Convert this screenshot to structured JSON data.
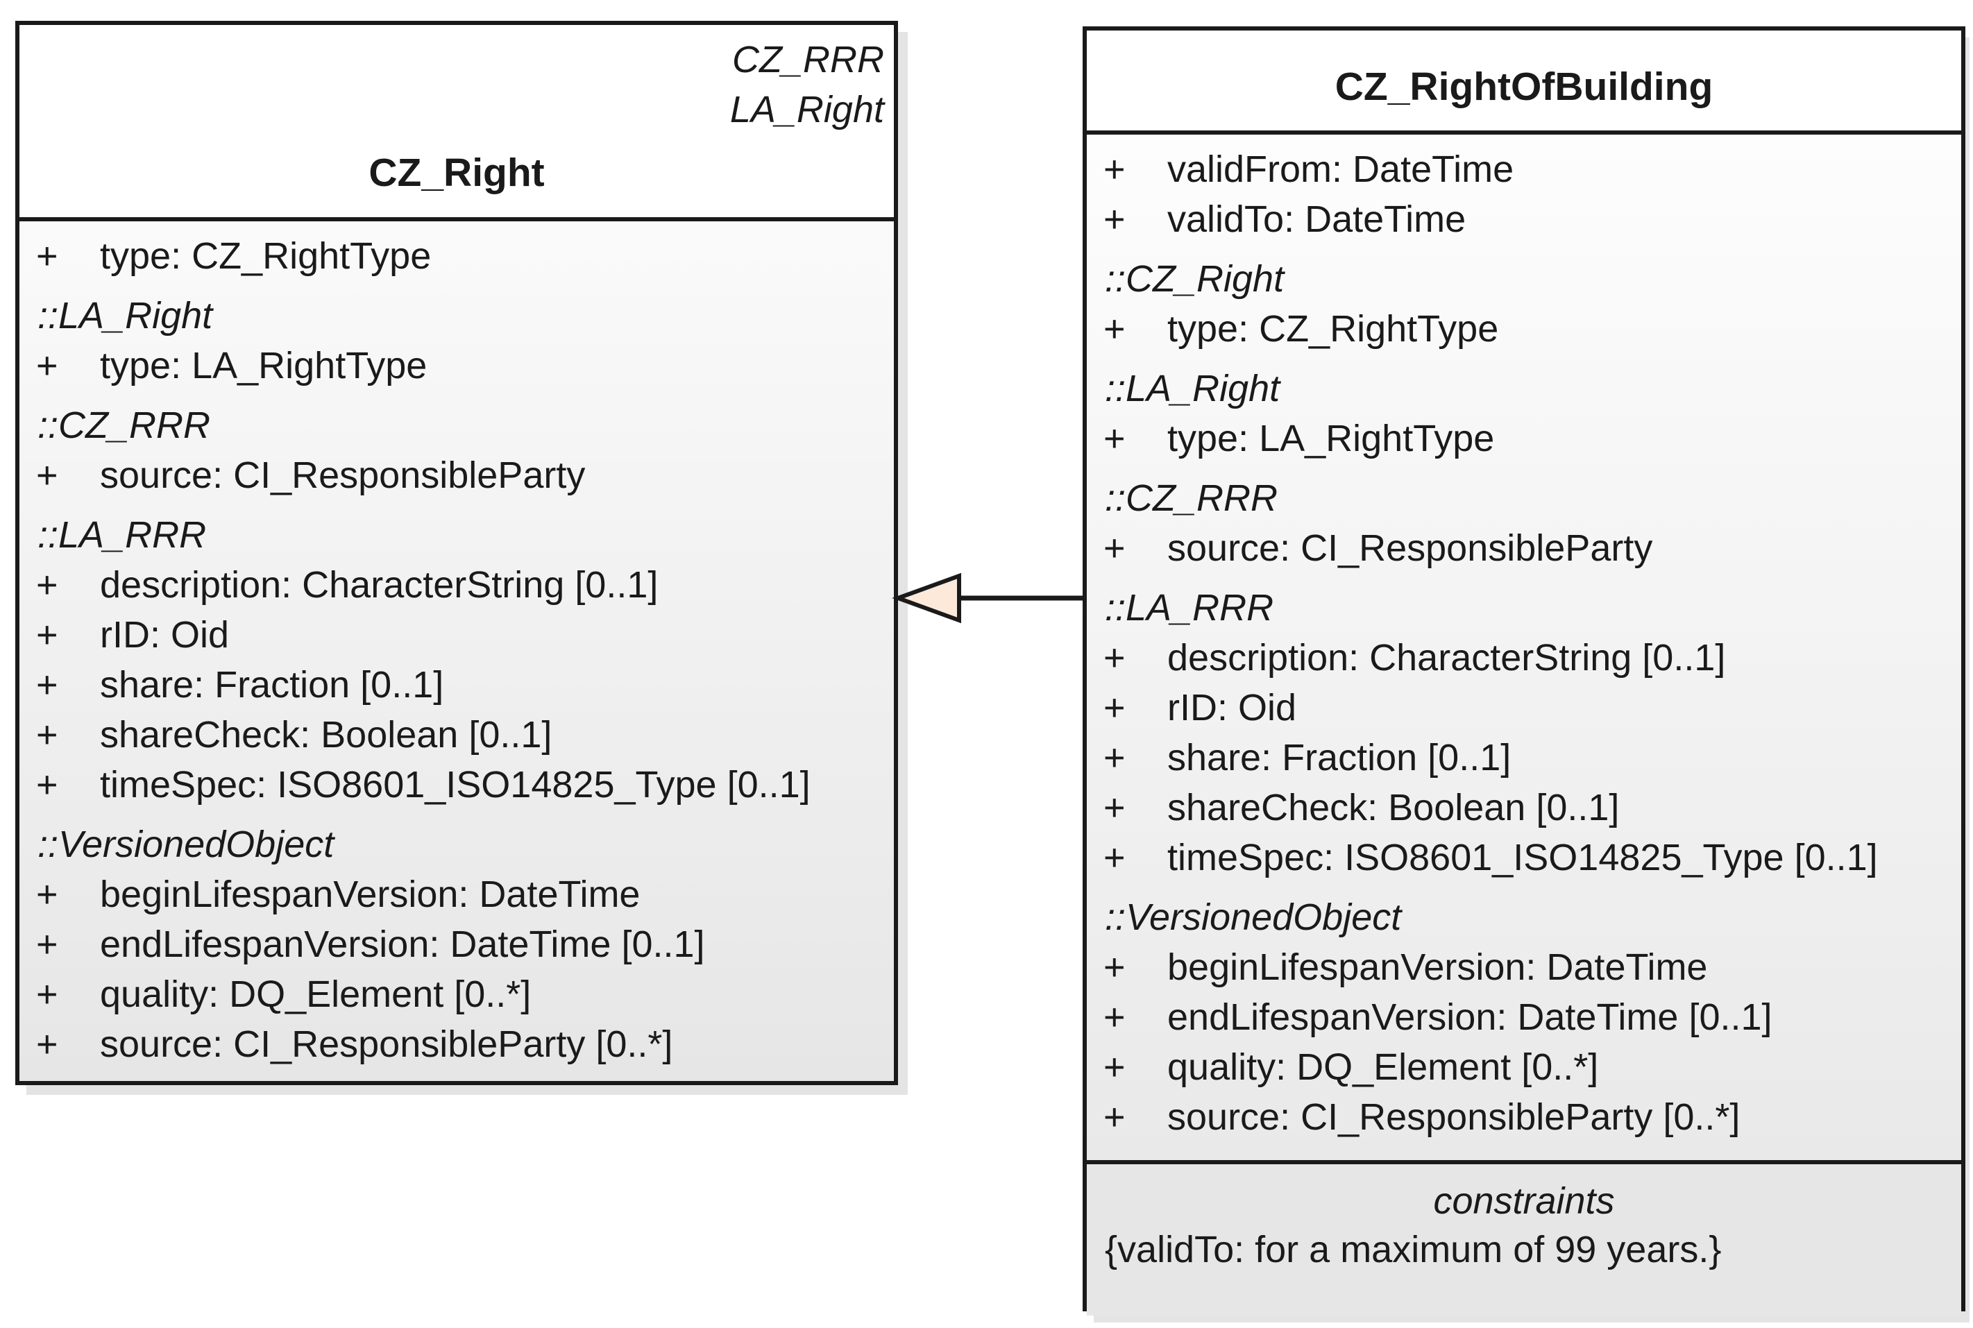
{
  "classes": {
    "cz_right": {
      "stereotypes": [
        "CZ_RRR",
        "LA_Right"
      ],
      "name": "CZ_Right",
      "groups": [
        {
          "heading": "",
          "attributes": [
            {
              "vis": "+",
              "text": "type: CZ_RightType"
            }
          ]
        },
        {
          "heading": "::LA_Right",
          "attributes": [
            {
              "vis": "+",
              "text": "type: LA_RightType"
            }
          ]
        },
        {
          "heading": "::CZ_RRR",
          "attributes": [
            {
              "vis": "+",
              "text": "source: CI_ResponsibleParty"
            }
          ]
        },
        {
          "heading": "::LA_RRR",
          "attributes": [
            {
              "vis": "+",
              "text": "description: CharacterString [0..1]"
            },
            {
              "vis": "+",
              "text": "rID: Oid"
            },
            {
              "vis": "+",
              "text": "share: Fraction [0..1]"
            },
            {
              "vis": "+",
              "text": "shareCheck: Boolean [0..1]"
            },
            {
              "vis": "+",
              "text": "timeSpec: ISO8601_ISO14825_Type [0..1]"
            }
          ]
        },
        {
          "heading": "::VersionedObject",
          "attributes": [
            {
              "vis": "+",
              "text": "beginLifespanVersion: DateTime"
            },
            {
              "vis": "+",
              "text": "endLifespanVersion: DateTime [0..1]"
            },
            {
              "vis": "+",
              "text": "quality: DQ_Element [0..*]"
            },
            {
              "vis": "+",
              "text": "source: CI_ResponsibleParty [0..*]"
            }
          ]
        }
      ]
    },
    "cz_right_of_building": {
      "name": "CZ_RightOfBuilding",
      "groups": [
        {
          "heading": "",
          "attributes": [
            {
              "vis": "+",
              "text": "validFrom: DateTime"
            },
            {
              "vis": "+",
              "text": "validTo: DateTime"
            }
          ]
        },
        {
          "heading": "::CZ_Right",
          "attributes": [
            {
              "vis": "+",
              "text": "type: CZ_RightType"
            }
          ]
        },
        {
          "heading": "::LA_Right",
          "attributes": [
            {
              "vis": "+",
              "text": "type: LA_RightType"
            }
          ]
        },
        {
          "heading": "::CZ_RRR",
          "attributes": [
            {
              "vis": "+",
              "text": "source: CI_ResponsibleParty"
            }
          ]
        },
        {
          "heading": "::LA_RRR",
          "attributes": [
            {
              "vis": "+",
              "text": "description: CharacterString [0..1]"
            },
            {
              "vis": "+",
              "text": "rID: Oid"
            },
            {
              "vis": "+",
              "text": "share: Fraction [0..1]"
            },
            {
              "vis": "+",
              "text": "shareCheck: Boolean [0..1]"
            },
            {
              "vis": "+",
              "text": "timeSpec: ISO8601_ISO14825_Type [0..1]"
            }
          ]
        },
        {
          "heading": "::VersionedObject",
          "attributes": [
            {
              "vis": "+",
              "text": "beginLifespanVersion: DateTime"
            },
            {
              "vis": "+",
              "text": "endLifespanVersion: DateTime [0..1]"
            },
            {
              "vis": "+",
              "text": "quality: DQ_Element [0..*]"
            },
            {
              "vis": "+",
              "text": "source: CI_ResponsibleParty [0..*]"
            }
          ]
        }
      ],
      "constraints_heading": "constraints",
      "constraint_text": "{validTo: for a maximum of 99 years.}"
    }
  },
  "relation": {
    "type": "generalization",
    "from": "CZ_RightOfBuilding",
    "to": "CZ_Right",
    "arrow_fill": "#fde9d9"
  }
}
